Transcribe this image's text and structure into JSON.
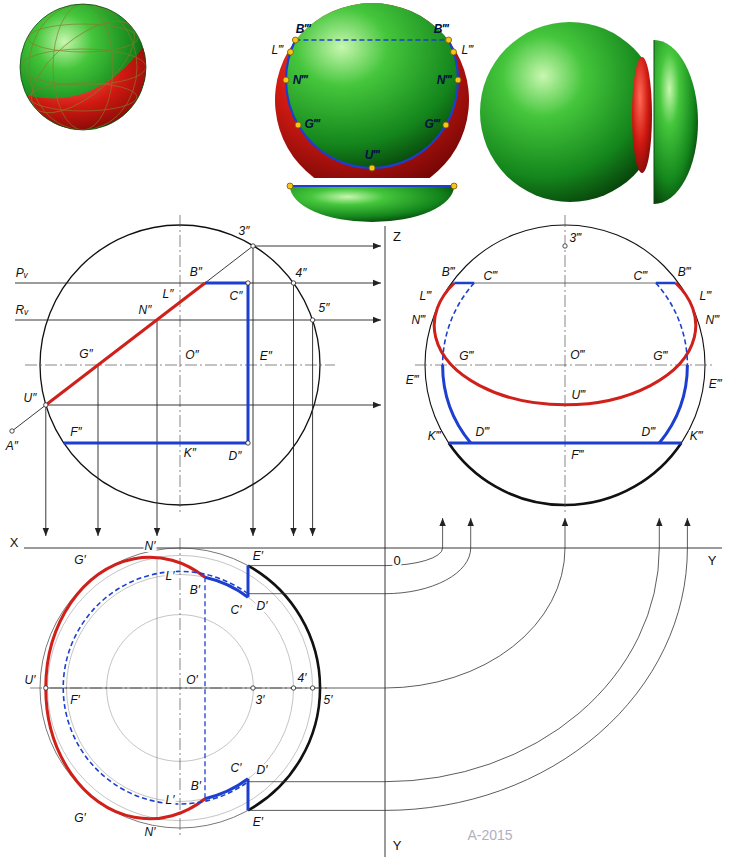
{
  "diagram": {
    "labels": [
      "B‴",
      "B‴",
      "L‴",
      "L‴",
      "N‴",
      "N‴",
      "G‴",
      "G‴",
      "U‴",
      "Pᵥ",
      "Rᵥ",
      "3″",
      "B″",
      "L″",
      "C″",
      "4″",
      "5″",
      "N″",
      "G″",
      "O″",
      "E″",
      "U″",
      "A″",
      "F″",
      "K″",
      "D″",
      "Z",
      "3‴",
      "B‴",
      "B‴",
      "L‴",
      "L‴",
      "C‴",
      "C‴",
      "N‴",
      "N‴",
      "G‴",
      "O‴",
      "G‴",
      "E‴",
      "E‴",
      "U‴",
      "K‴",
      "D‴",
      "D‴",
      "K‴",
      "F‴",
      "X",
      "0",
      "Y",
      "Y",
      "N′",
      "E′",
      "D′",
      "G′",
      "L′",
      "B′",
      "C′",
      "U′",
      "F′",
      "O′",
      "3′",
      "4′",
      "5′",
      "C′",
      "B′",
      "D′",
      "G′",
      "N′",
      "L′",
      "E′",
      "A-2015"
    ]
  }
}
